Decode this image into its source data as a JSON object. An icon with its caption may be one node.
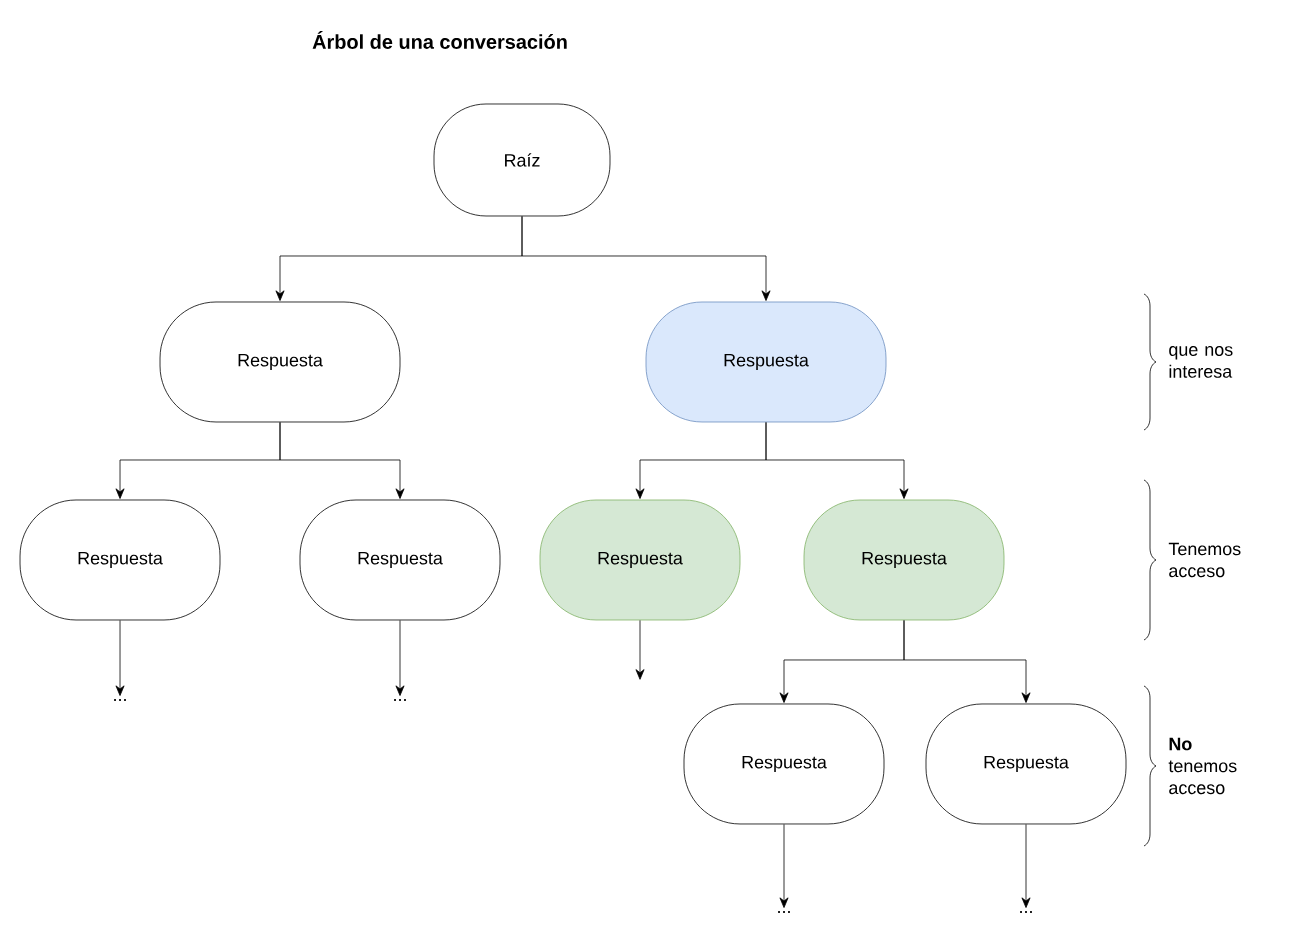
{
  "diagram": {
    "title": "Árbol de una conversación",
    "nodes": [
      {
        "text": [
          "Raíz"
        ]
      },
      {
        "text": [
          "Respuesta"
        ]
      },
      {
        "text": [
          "Respuesta"
        ]
      },
      {
        "text": [
          "Respuesta"
        ]
      },
      {
        "text": [
          "Respuesta"
        ]
      },
      {
        "text": [
          "Respuesta"
        ]
      },
      {
        "text": [
          "Respuesta"
        ]
      },
      {
        "text": [
          "Respuesta"
        ]
      },
      {
        "text": [
          "Respuesta"
        ]
      },
      {
        "text": [
          "..."
        ]
      },
      {
        "text": [
          "..."
        ]
      },
      {
        "text": [
          "..."
        ]
      },
      {
        "text": [
          "..."
        ]
      }
    ],
    "edges": [
      {
        "from": 0,
        "to": 1,
        "arrow": "to"
      },
      {
        "from": 0,
        "to": 2,
        "arrow": "to"
      },
      {
        "from": 1,
        "to": 3,
        "arrow": "to"
      },
      {
        "from": 1,
        "to": 4,
        "arrow": "to"
      },
      {
        "from": 2,
        "to": 5,
        "arrow": "to"
      },
      {
        "from": 2,
        "to": 6,
        "arrow": "to"
      },
      {
        "from": 6,
        "to": 7,
        "arrow": "to"
      },
      {
        "from": 6,
        "to": 8,
        "arrow": "to"
      },
      {
        "from": 3,
        "to": 9,
        "arrow": "to"
      },
      {
        "from": 4,
        "to": 10,
        "arrow": "to"
      },
      {
        "from": 5,
        "to": null,
        "arrow": "to"
      },
      {
        "from": 7,
        "to": 11,
        "arrow": "to"
      },
      {
        "from": 8,
        "to": 12,
        "arrow": "to"
      }
    ],
    "labels": [
      "que nos interesa",
      "Tenemos acceso",
      "**No** tenemos acceso"
    ]
  }
}
